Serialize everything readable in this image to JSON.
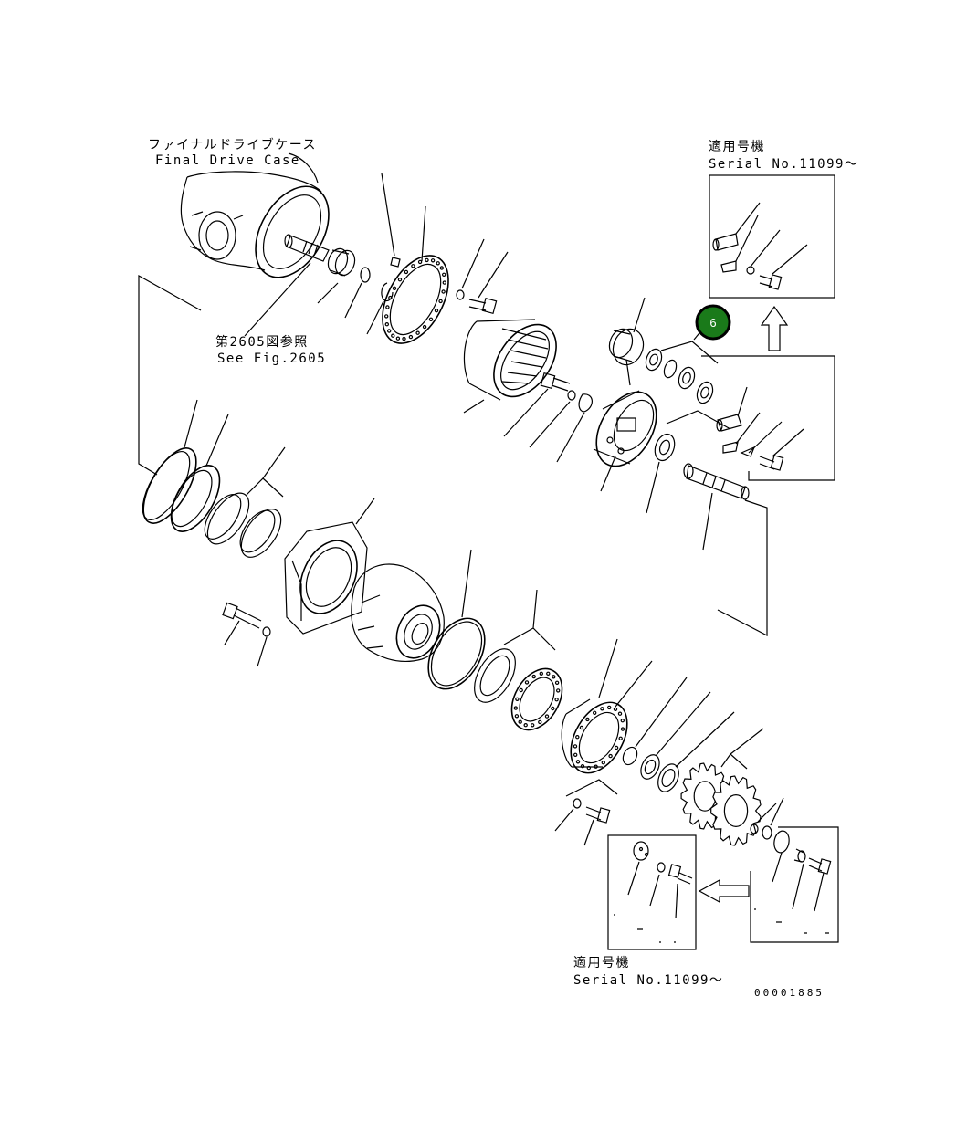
{
  "labels": {
    "final_drive_jp": "ファイナルドライブケース",
    "final_drive_en": "Final Drive Case",
    "see_fig_jp": "第2605図参照",
    "see_fig_en": "See Fig.2605",
    "serial_top_jp": "適用号機",
    "serial_top_en": "Serial No.11099～",
    "serial_bottom_jp": "適用号機",
    "serial_bottom_en": "Serial No.11099～",
    "drawing_number": "00001885"
  },
  "callout": {
    "value": "6",
    "color": "#1a7a1a"
  }
}
